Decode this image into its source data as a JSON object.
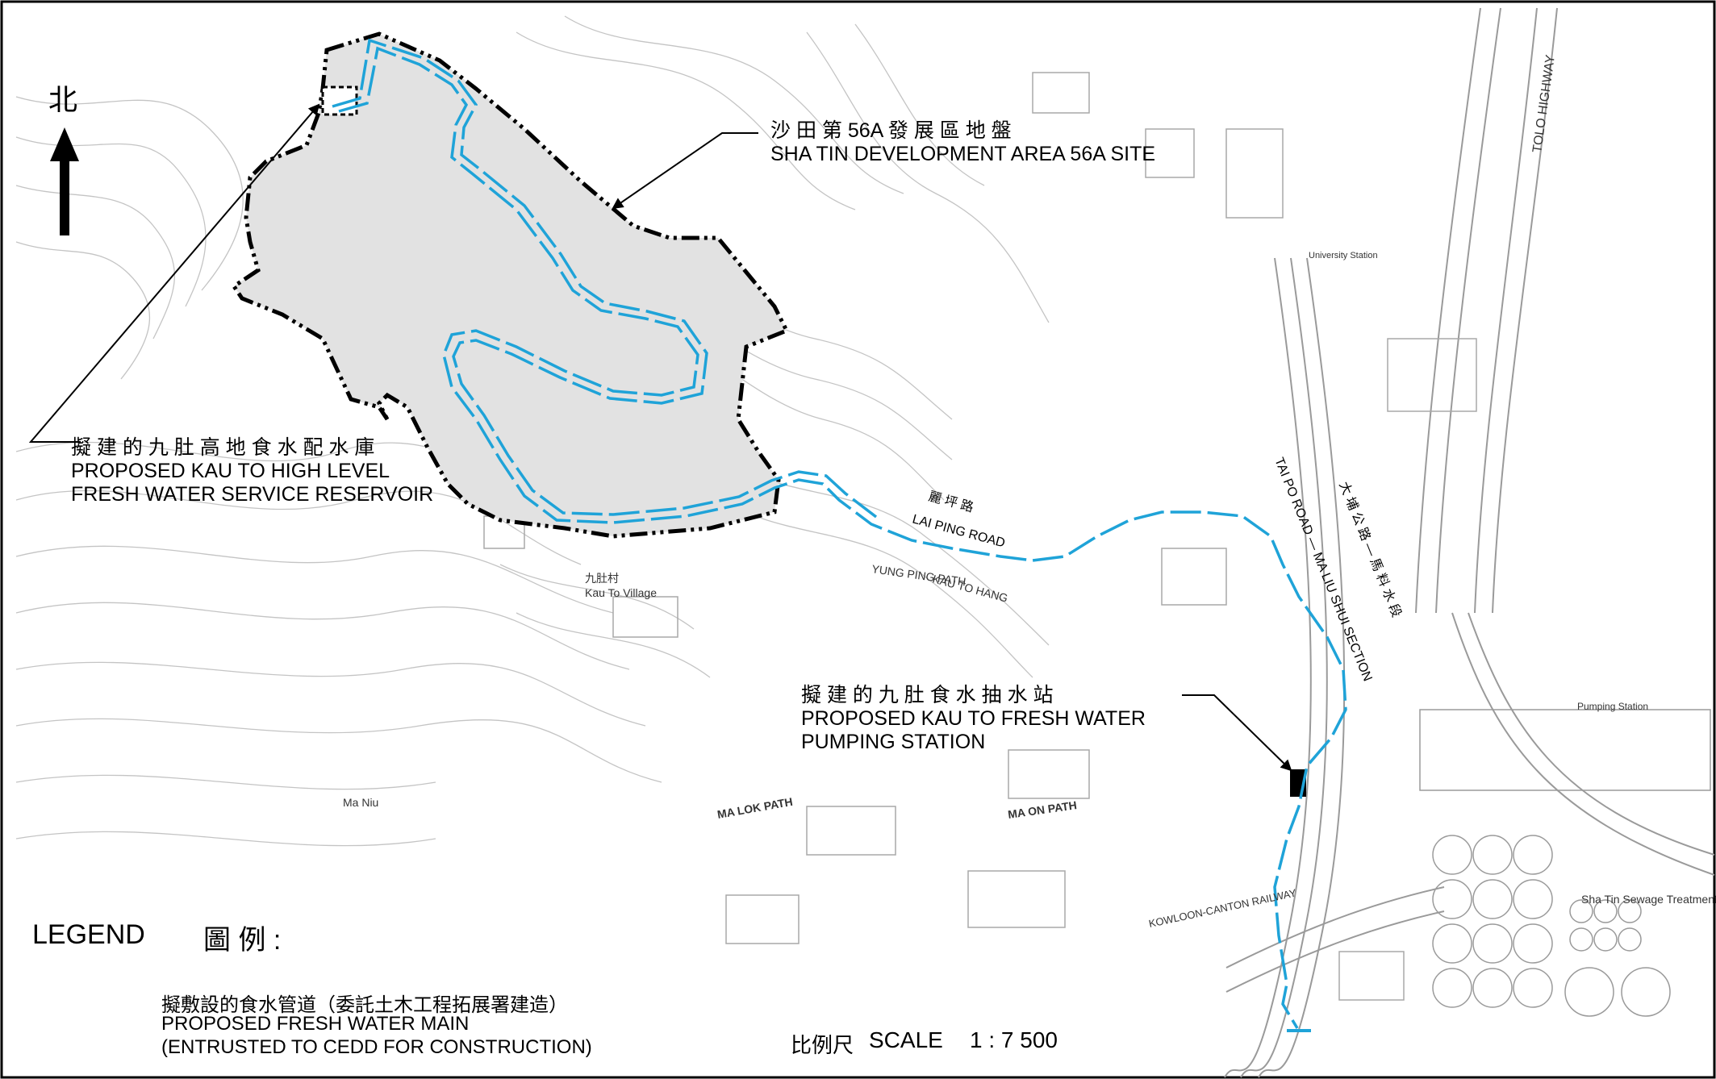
{
  "north": {
    "label": "北"
  },
  "site": {
    "name_zh": "沙 田 第 56A 發 展 區 地 盤",
    "name_en": "SHA TIN DEVELOPMENT AREA 56A SITE"
  },
  "reservoir": {
    "zh": "擬 建 的 九 肚 高 地 食 水 配 水 庫",
    "en_line1": "PROPOSED KAU TO HIGH LEVEL",
    "en_line2": "FRESH WATER SERVICE RESERVOIR"
  },
  "pumping_station": {
    "zh": "擬 建 的 九 肚 食 水 抽 水 站",
    "en_line1": "PROPOSED KAU TO FRESH WATER",
    "en_line2": "PUMPING STATION"
  },
  "roads": {
    "lai_ping_zh": "麗 坪 路",
    "lai_ping_en": "LAI PING ROAD",
    "tai_po_zh": "大 埔 公 路 — 馬 料 水 段",
    "tai_po_en": "TAI PO ROAD — MA LIU SHUI SECTION",
    "tolo_highway": "TOLO HIGHWAY",
    "yung_ping_path": "YUNG PING PATH",
    "kau_to_hang": "KAU TO HANG",
    "ma_lok_path": "MA LOK PATH",
    "ma_on_path": "MA ON PATH",
    "kowloon_canton_railway": "KOWLOON-CANTON RAILWAY"
  },
  "places": {
    "kau_to_village_zh": "九肚村",
    "kau_to_village_en": "Kau To Village",
    "ma_niu": "Ma Niu",
    "sha_tin_sewage": "Sha Tin Sewage Treatment",
    "pumping_station_map": "Pumping Station",
    "university_station": "University Station"
  },
  "legend": {
    "title_en": "LEGEND",
    "title_zh": "圖  例 :",
    "item_zh": "擬敷設的食水管道（委託土木工程拓展署建造）",
    "item_en_line1": "PROPOSED FRESH WATER MAIN",
    "item_en_line2": "(ENTRUSTED TO CEDD FOR CONSTRUCTION)"
  },
  "scale": {
    "label_zh": "比例尺",
    "label_en": "SCALE",
    "ratio": "1 : 7 500"
  },
  "colors": {
    "water_main": "#1fa3d8",
    "site_fill": "#e2e2e2",
    "boundary": "#000000",
    "topo": "#bdbdbd"
  }
}
